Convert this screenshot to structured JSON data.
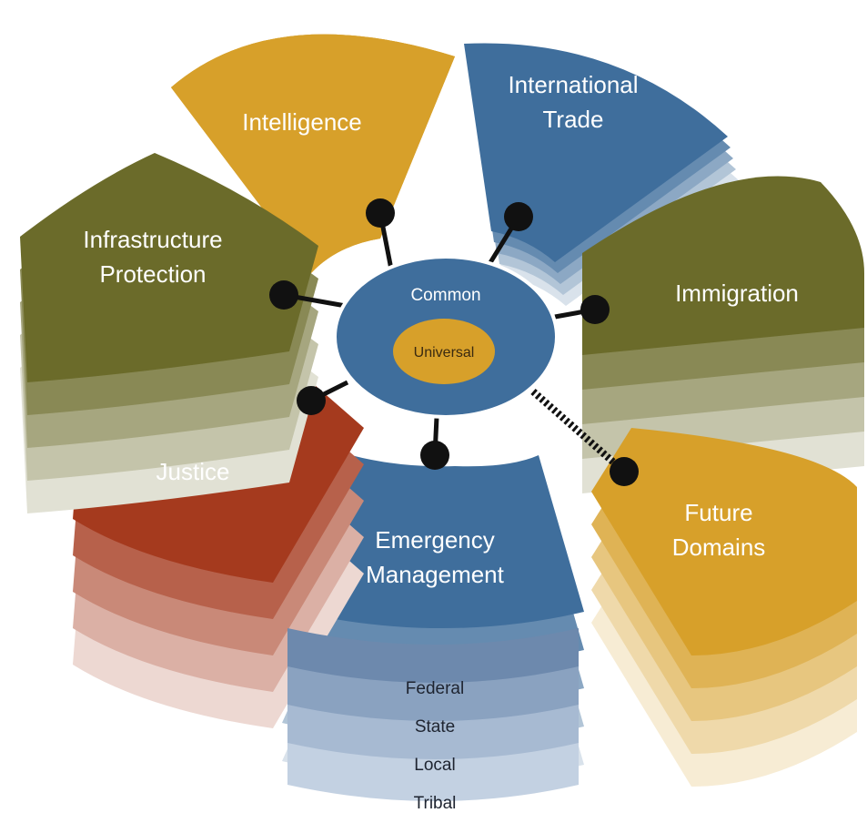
{
  "center": {
    "outer_label": "Common",
    "inner_label": "Universal",
    "outer_color": "#3f6e9c",
    "inner_color": "#d7a02a"
  },
  "domains": [
    {
      "id": "intelligence",
      "lines": [
        "Intelligence"
      ],
      "color": "#d7a02a",
      "connector": "solid"
    },
    {
      "id": "international-trade",
      "lines": [
        "International",
        "Trade"
      ],
      "color": "#3f6e9c",
      "connector": "solid"
    },
    {
      "id": "immigration",
      "lines": [
        "Immigration"
      ],
      "color": "#6b6b2a",
      "connector": "solid"
    },
    {
      "id": "future-domains",
      "lines": [
        "Future",
        "Domains"
      ],
      "color": "#d7a02a",
      "connector": "dashed"
    },
    {
      "id": "emergency-management",
      "lines": [
        "Emergency",
        "Management"
      ],
      "color": "#3f6e9c",
      "connector": "solid"
    },
    {
      "id": "justice",
      "lines": [
        "Justice"
      ],
      "color": "#a53a1e",
      "connector": "solid"
    },
    {
      "id": "infrastructure-protection",
      "lines": [
        "Infrastructure",
        "Protection"
      ],
      "color": "#6b6b2a",
      "connector": "solid"
    }
  ],
  "levels": [
    "Federal",
    "State",
    "Local",
    "Tribal"
  ],
  "connector_color": "#111111"
}
